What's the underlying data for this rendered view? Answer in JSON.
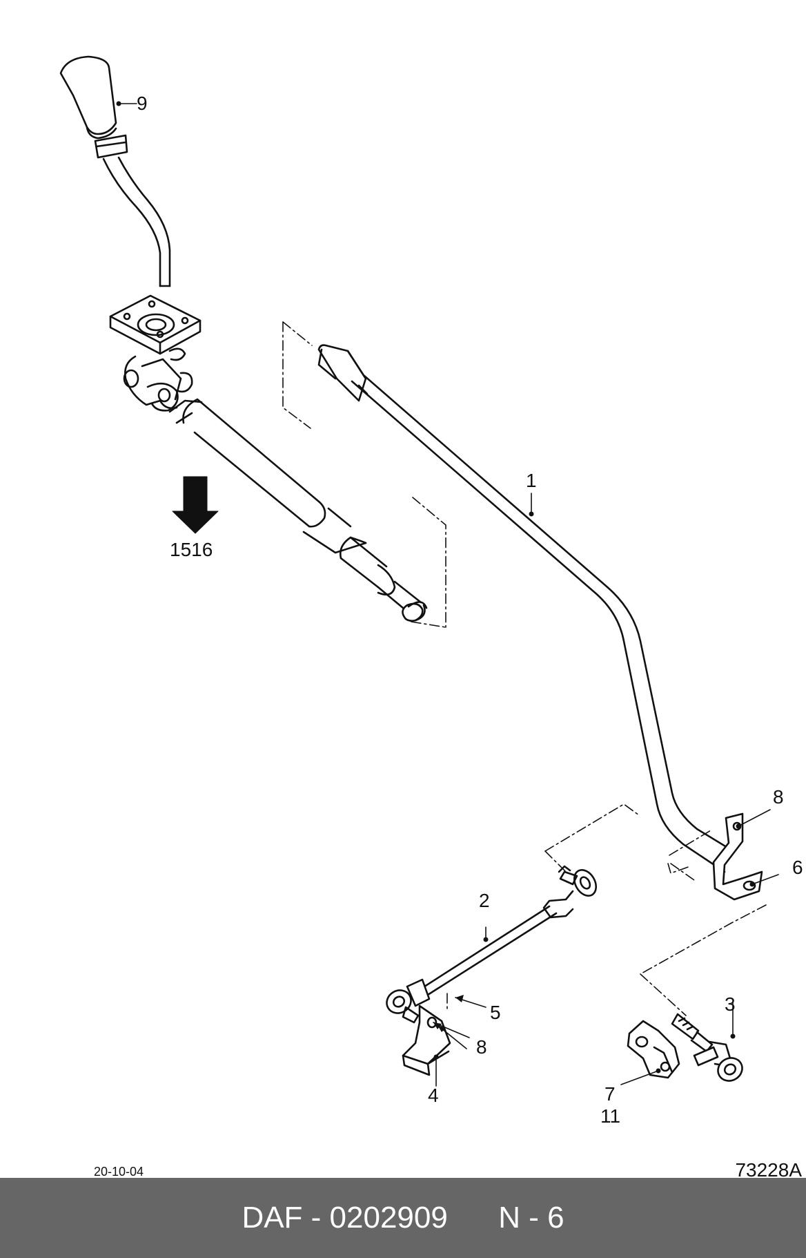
{
  "callouts": {
    "c9": "9",
    "c1516": "1516",
    "c1": "1",
    "c8a": "8",
    "c6": "6",
    "c2": "2",
    "c5": "5",
    "c8b": "8",
    "c4": "4",
    "c3": "3",
    "c7": "7",
    "c11": "11"
  },
  "meta": {
    "date": "20-10-04",
    "drawing_number": "73228A"
  },
  "footer": {
    "brand": "DAF",
    "separator": " - ",
    "part_number": "0202909",
    "page_ref": "N - 6"
  },
  "colors": {
    "ink": "#111111",
    "footer_bg": "#666666",
    "footer_text": "#ffffff"
  }
}
